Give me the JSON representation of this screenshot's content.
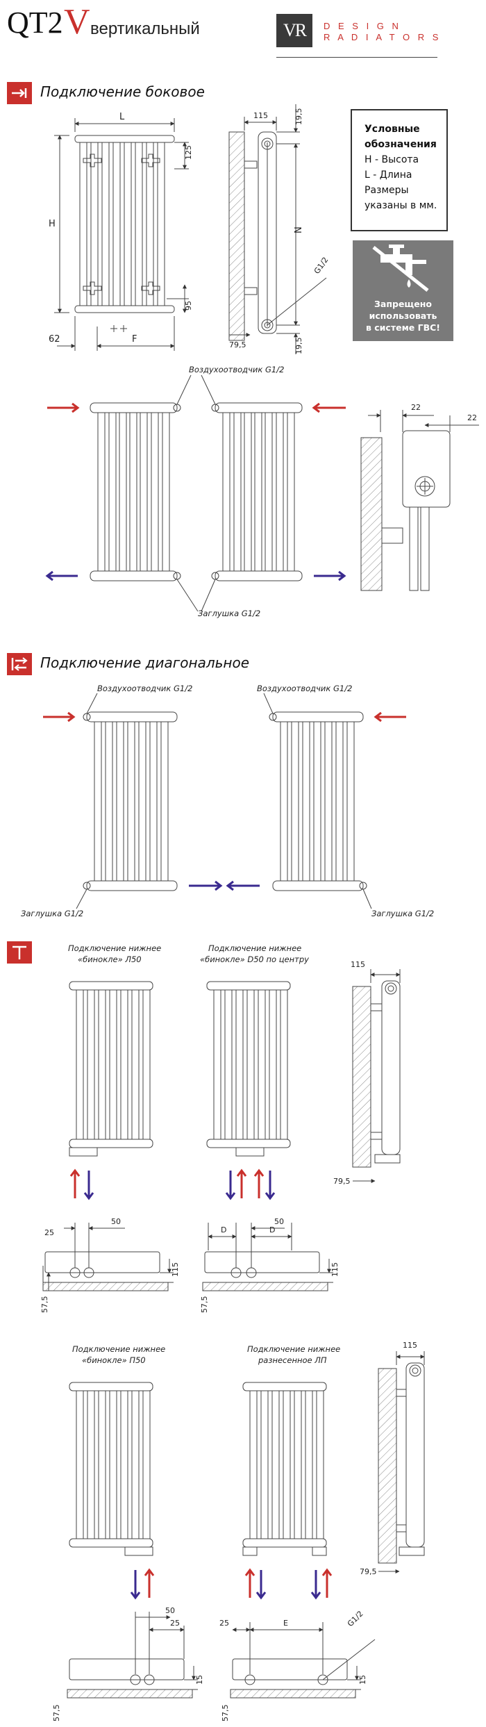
{
  "header": {
    "model": "QT2",
    "v_letter": "V",
    "subtitle": "вертикальный",
    "logo": "VR",
    "brand_line1": "D E S I G N",
    "brand_line2": "R A D I A T O R S"
  },
  "sections": {
    "side": "Подключение боковое",
    "diagonal": "Подключение диагональное"
  },
  "legend": {
    "title1": "Условные",
    "title2": "обозначения",
    "h": "H - Высота",
    "l": "L - Длина",
    "sizes1": "Размеры",
    "sizes2": "указаны в мм."
  },
  "warning": {
    "line1": "Запрещено",
    "line2": "использовать",
    "line3": "в системе ГВС!"
  },
  "labels": {
    "air_vent": "Воздухоотводчик G1/2",
    "plug": "Заглушка G1/2",
    "bottom_bin_l50": "Подключение нижнее «бинокле» Л50",
    "bottom_bin_l50_l1": "Подключение нижнее",
    "bottom_bin_l50_l2": "«бинокле» Л50",
    "bottom_bin_d50_l1": "Подключение нижнее",
    "bottom_bin_d50_l2": "«бинокле» D50 по центру",
    "bottom_bin_p50_l1": "Подключение нижнее",
    "bottom_bin_p50_l2": "«бинокле» П50",
    "bottom_sep_l1": "Подключение нижнее",
    "bottom_sep_l2": "разнесенное ЛП"
  },
  "dims": {
    "L": "L",
    "H": "H",
    "F": "F",
    "N": "N",
    "D": "D",
    "E": "E",
    "d115": "115",
    "d19_5": "19,5",
    "d125": "125",
    "d95": "95",
    "d62": "62",
    "d79_5": "79,5",
    "g12": "G1/2",
    "d22": "22",
    "d25": "25",
    "d50": "50",
    "d57_5": "57,5",
    "d15": "15"
  }
}
